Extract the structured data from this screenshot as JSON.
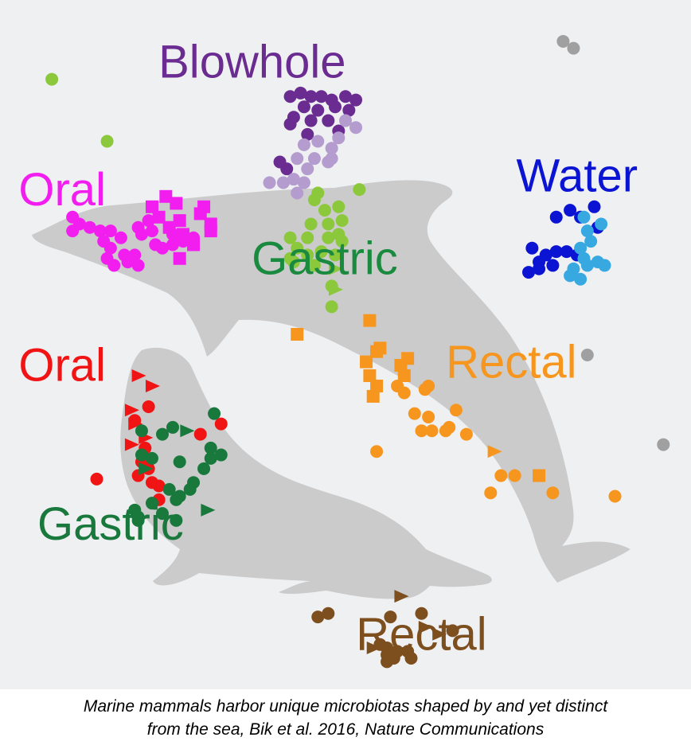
{
  "caption": {
    "line1": "Marine mammals harbor unique microbiotas shaped by and yet distinct",
    "line2": "from the sea, Bik et al. 2016, Nature Communications"
  },
  "colors": {
    "background": "#eff0f2",
    "silhouette": "#cbcbcb",
    "blowhole_dark": "#6a2c91",
    "blowhole_light": "#b49ccf",
    "water_dark": "#0a14d2",
    "water_light": "#38a8e0",
    "dolphin_oral": "#f21ef0",
    "dolphin_gastric": "#8cc83c",
    "dolphin_rectal": "#f7961e",
    "sealion_oral": "#f01414",
    "sealion_gastric": "#19783c",
    "sealion_rectal": "#7d4e1e",
    "unassigned": "#a0a0a0",
    "gastric_label": "#1a8a3e"
  },
  "chart_data": {
    "type": "scatter",
    "title": "",
    "xlabel": "",
    "ylabel": "",
    "grid": false,
    "xlim": [
      0,
      100
    ],
    "ylim": [
      0,
      100
    ],
    "groups": [
      {
        "name": "Blowhole",
        "color": "#6a2c91",
        "label_x": 36.5,
        "label_y": 90.5
      },
      {
        "name": "Water",
        "color": "#0a14d2",
        "label_x": 83.5,
        "label_y": 74
      },
      {
        "name": "Oral",
        "color": "#f21ef0",
        "label_x": 9,
        "label_y": 72
      },
      {
        "name": "Gastric",
        "color": "#1a8a3e",
        "label_x": 47,
        "label_y": 62
      },
      {
        "name": "Oral",
        "color": "#f01414",
        "label_x": 9,
        "label_y": 46.5
      },
      {
        "name": "Rectal",
        "color": "#f7961e",
        "label_x": 74,
        "label_y": 47
      },
      {
        "name": "Gastric",
        "color": "#19783c",
        "label_x": 16,
        "label_y": 23.5
      },
      {
        "name": "Rectal",
        "color": "#7d4e1e",
        "label_x": 61,
        "label_y": 7.5
      }
    ],
    "series": [
      {
        "color": "#6a2c91",
        "points": [
          [
            42,
            86
          ],
          [
            43.5,
            86.5
          ],
          [
            45,
            86
          ],
          [
            46.5,
            86
          ],
          [
            48,
            85.5
          ],
          [
            50,
            86
          ],
          [
            51.5,
            85.5
          ],
          [
            44,
            84.5
          ],
          [
            46,
            84
          ],
          [
            48.5,
            84.5
          ],
          [
            50.5,
            84
          ],
          [
            42.5,
            83
          ],
          [
            45,
            82.5
          ],
          [
            47.5,
            82.5
          ],
          [
            44.5,
            80.5
          ],
          [
            42,
            82
          ],
          [
            49,
            81
          ],
          [
            40.5,
            76.5
          ],
          [
            41.5,
            75.5
          ]
        ]
      },
      {
        "color": "#b49ccf",
        "points": [
          [
            50,
            82.5
          ],
          [
            51.5,
            81.5
          ],
          [
            49,
            80
          ],
          [
            44,
            79
          ],
          [
            46,
            79.5
          ],
          [
            48,
            78.5
          ],
          [
            43,
            77
          ],
          [
            45.5,
            77
          ],
          [
            47.5,
            76.5
          ],
          [
            44.5,
            75.5
          ],
          [
            42.5,
            74
          ],
          [
            41,
            73.5
          ],
          [
            39,
            73.5
          ],
          [
            44,
            73.5
          ],
          [
            43,
            72
          ],
          [
            48,
            77
          ]
        ]
      },
      {
        "color": "#0a14d2",
        "points": [
          [
            80.5,
            68.5
          ],
          [
            82.5,
            69.5
          ],
          [
            84,
            68.5
          ],
          [
            86,
            70
          ],
          [
            86.5,
            67
          ],
          [
            77,
            64
          ],
          [
            79,
            63
          ],
          [
            80.5,
            63.5
          ],
          [
            82,
            63.5
          ],
          [
            83.5,
            63
          ],
          [
            78,
            62
          ],
          [
            80,
            61.5
          ],
          [
            76.5,
            60.5
          ],
          [
            78,
            61
          ]
        ]
      },
      {
        "color": "#38a8e0",
        "points": [
          [
            85.5,
            65
          ],
          [
            84,
            64
          ],
          [
            84.5,
            62.5
          ],
          [
            86.5,
            62
          ],
          [
            85,
            61.5
          ],
          [
            83,
            61
          ],
          [
            82.5,
            60
          ],
          [
            87.5,
            61.5
          ],
          [
            84,
            59.5
          ],
          [
            87,
            67.5
          ],
          [
            85,
            66.5
          ],
          [
            84.5,
            68.5
          ]
        ]
      },
      {
        "color": "#f21ef0",
        "points": [
          [
            10.5,
            68.5
          ],
          [
            11.5,
            67.5
          ],
          [
            10.5,
            66.5
          ],
          [
            13,
            67
          ],
          [
            14.5,
            66.5
          ],
          [
            16,
            66.5
          ],
          [
            15,
            65
          ],
          [
            17.5,
            65.5
          ],
          [
            20,
            67
          ],
          [
            21.5,
            68
          ],
          [
            20.5,
            66
          ],
          [
            22,
            66.5
          ],
          [
            25,
            66
          ],
          [
            16,
            64
          ],
          [
            18,
            63
          ],
          [
            19.5,
            63
          ],
          [
            22.5,
            64.5
          ],
          [
            23.5,
            64
          ],
          [
            25,
            64.5
          ],
          [
            26.5,
            65
          ],
          [
            28,
            65.5
          ],
          [
            20,
            61.5
          ],
          [
            18.5,
            62
          ],
          [
            16.5,
            61.5
          ],
          [
            15.5,
            62.5
          ]
        ]
      },
      {
        "color": "#f21ef0",
        "marker": "square",
        "points": [
          [
            24,
            71.5
          ],
          [
            22,
            70
          ],
          [
            25.5,
            70.5
          ],
          [
            29.5,
            70
          ],
          [
            23,
            68.5
          ],
          [
            26,
            68
          ],
          [
            29,
            69
          ],
          [
            30.5,
            67.5
          ],
          [
            26.5,
            66
          ],
          [
            28,
            64.5
          ],
          [
            30.5,
            66.5
          ],
          [
            24.5,
            67
          ],
          [
            26,
            62.5
          ]
        ]
      },
      {
        "color": "#8cc83c",
        "points": [
          [
            46,
            72
          ],
          [
            45.5,
            71
          ],
          [
            52,
            72.5
          ],
          [
            49,
            70
          ],
          [
            47,
            69.5
          ],
          [
            49.5,
            68
          ],
          [
            45,
            67.5
          ],
          [
            47.5,
            67.5
          ],
          [
            49,
            66
          ],
          [
            42,
            65.5
          ],
          [
            44.5,
            65.5
          ],
          [
            47.5,
            65.5
          ],
          [
            49.5,
            65
          ],
          [
            43,
            64
          ],
          [
            42,
            62.5
          ],
          [
            44.5,
            63
          ],
          [
            46.5,
            63.5
          ],
          [
            48.5,
            63
          ],
          [
            45.5,
            61.5
          ],
          [
            42.5,
            62
          ],
          [
            48,
            58.5
          ],
          [
            48,
            55.5
          ],
          [
            7.5,
            88.5
          ],
          [
            15.5,
            79.5
          ]
        ]
      },
      {
        "color": "#8cc83c",
        "marker": "triangle",
        "points": [
          [
            48.5,
            61
          ],
          [
            48.5,
            58
          ]
        ]
      },
      {
        "color": "#f7961e",
        "marker": "square",
        "points": [
          [
            43,
            51.5
          ],
          [
            53.5,
            53.5
          ],
          [
            54.5,
            49
          ],
          [
            53,
            47.5
          ],
          [
            55,
            49.5
          ],
          [
            59,
            48
          ],
          [
            53.5,
            45.5
          ],
          [
            54.5,
            44
          ],
          [
            58.5,
            45.5
          ],
          [
            54,
            42.5
          ],
          [
            78,
            31
          ],
          [
            58,
            47
          ]
        ]
      },
      {
        "color": "#f7961e",
        "points": [
          [
            61.5,
            43.5
          ],
          [
            57.5,
            44
          ],
          [
            66,
            40.5
          ],
          [
            60,
            40
          ],
          [
            62,
            39.5
          ],
          [
            67.5,
            37
          ],
          [
            61,
            37.5
          ],
          [
            62.5,
            37.5
          ],
          [
            64.5,
            37.5
          ],
          [
            65,
            38
          ],
          [
            54.5,
            34.5
          ],
          [
            72.5,
            31
          ],
          [
            74.5,
            31
          ],
          [
            71,
            28.5
          ],
          [
            80,
            28.5
          ],
          [
            89,
            28
          ],
          [
            62,
            44
          ],
          [
            58.5,
            43
          ]
        ]
      },
      {
        "color": "#f7961e",
        "marker": "triangle",
        "points": [
          [
            71.5,
            34.5
          ]
        ]
      },
      {
        "color": "#f01414",
        "marker": "triangle",
        "points": [
          [
            20,
            45.5
          ],
          [
            22,
            44
          ],
          [
            19,
            40.5
          ],
          [
            19.5,
            38.5
          ],
          [
            21,
            36.5
          ],
          [
            19,
            35.5
          ]
        ]
      },
      {
        "color": "#f01414",
        "points": [
          [
            21.5,
            41
          ],
          [
            19.5,
            39
          ],
          [
            21,
            35
          ],
          [
            20.5,
            33
          ],
          [
            21.5,
            32
          ],
          [
            20,
            31
          ],
          [
            22,
            30
          ],
          [
            23,
            29.5
          ],
          [
            29,
            37
          ],
          [
            32,
            38.5
          ],
          [
            14,
            30.5
          ],
          [
            23,
            27.5
          ]
        ]
      },
      {
        "color": "#19783c",
        "points": [
          [
            31,
            40
          ],
          [
            20.5,
            37.5
          ],
          [
            23.5,
            37
          ],
          [
            25,
            38
          ],
          [
            22,
            33.5
          ],
          [
            30.5,
            35
          ],
          [
            32,
            34
          ],
          [
            30.5,
            33.5
          ],
          [
            26,
            33
          ],
          [
            29.5,
            32
          ],
          [
            28,
            30
          ],
          [
            27.5,
            29
          ],
          [
            24.5,
            29
          ],
          [
            26,
            28
          ],
          [
            25.5,
            27.5
          ],
          [
            22,
            27
          ],
          [
            23.5,
            25.5
          ],
          [
            19.5,
            26
          ],
          [
            20,
            25
          ],
          [
            25.5,
            24.5
          ],
          [
            20,
            24.5
          ],
          [
            20.5,
            34
          ]
        ]
      },
      {
        "color": "#19783c",
        "marker": "triangle",
        "points": [
          [
            27,
            37.5
          ],
          [
            21,
            32
          ],
          [
            30,
            26
          ]
        ]
      },
      {
        "color": "#7d4e1e",
        "marker": "triangle",
        "points": [
          [
            58,
            13.5
          ],
          [
            61.5,
            9
          ],
          [
            63.5,
            8
          ],
          [
            54,
            6
          ]
        ]
      },
      {
        "color": "#7d4e1e",
        "points": [
          [
            61,
            11
          ],
          [
            56.5,
            10.5
          ],
          [
            46,
            10.5
          ],
          [
            47.5,
            11
          ],
          [
            65.5,
            8.5
          ],
          [
            55,
            6.5
          ],
          [
            56,
            6
          ],
          [
            57.5,
            5.5
          ],
          [
            56,
            5
          ],
          [
            57,
            4.5
          ],
          [
            59,
            5.5
          ],
          [
            56,
            4
          ],
          [
            59.5,
            4.5
          ]
        ]
      },
      {
        "color": "#a0a0a0",
        "points": [
          [
            81.5,
            94
          ],
          [
            83,
            93
          ],
          [
            85,
            48.5
          ],
          [
            96,
            35.5
          ]
        ]
      }
    ]
  }
}
